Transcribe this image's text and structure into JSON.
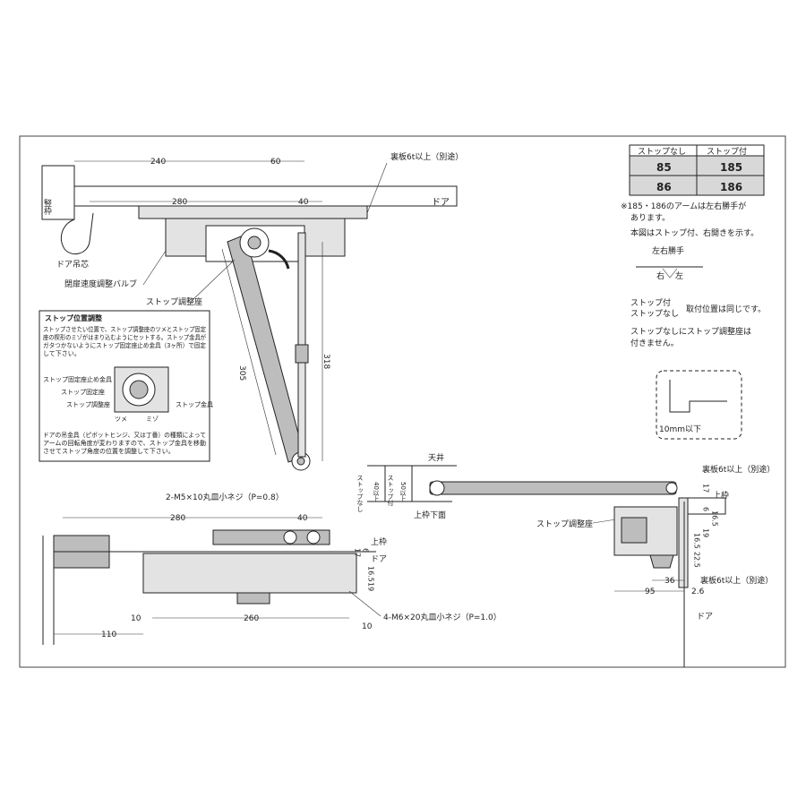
{
  "top_view": {
    "dims": {
      "d240": "240",
      "d60": "60",
      "d280": "280",
      "d40": "40",
      "d318": "318",
      "d305": "305"
    },
    "labels": {
      "frame_jamb": "竪枠",
      "door": "ドア",
      "back_plate": "裏板6t以上（別途）",
      "door_pivot": "ドア吊芯",
      "valve": "閉扉速度調整バルブ",
      "stop_seat": "ストップ調整座"
    }
  },
  "stop_box": {
    "title": "ストップ位置調整",
    "body": [
      "ストップさせたい位置で、ストップ調整座のツメとストップ固定",
      "座の楔形のミゾがはまり込むようにセットする。ストップ金具が",
      "ガタつかないようにストップ固定座止め金具（3ヶ所）で固定",
      "して下さい。"
    ],
    "parts": {
      "fix_screw": "ストップ固定座止め金具",
      "fix_seat": "ストップ固定座",
      "adj_seat": "ストップ調整座",
      "bracket": "ストップ金具",
      "claw": "ツメ",
      "groove": "ミゾ"
    },
    "note": [
      "ドアの吊金具（ピボットヒンジ、又は丁番）の種類によって",
      "アームの回転角度が変わりますので、ストップ金具を移動",
      "させてストップ角度の位置を調整して下さい。"
    ]
  },
  "spec_table": {
    "headers": [
      "ストップなし",
      "ストップ付"
    ],
    "rows": [
      [
        "85",
        "185"
      ],
      [
        "86",
        "186"
      ]
    ]
  },
  "notes": {
    "n1": "※185・186のアームは左右勝手が",
    "n1b": "あります。",
    "n2": "本図はストップ付、右開きを示す。",
    "hand_title": "左右勝手",
    "right": "右",
    "left": "左",
    "stop_with": "ストップ付",
    "stop_without": "ストップなし",
    "same_pos": "取付位置は同じです。",
    "n3": "ストップなしにストップ調整座は",
    "n3b": "付きません。"
  },
  "detail": {
    "label": "10mm以下"
  },
  "front_view": {
    "dims": {
      "d280": "280",
      "d40": "40",
      "d17": "17",
      "d6": "6",
      "d16_5": "16.5",
      "d19": "19",
      "d260": "260",
      "d10a": "10",
      "d10b": "10",
      "d110": "110"
    },
    "labels": {
      "screw_top": "2-M5×10丸皿小ネジ（P=0.8）",
      "screw_bottom": "4-M6×20丸皿小ネジ（P=1.0）",
      "upper_frame": "上枠",
      "door": "ドア"
    }
  },
  "side_view": {
    "dims": {
      "d17": "17",
      "d6": "6",
      "d16_5a": "16.5",
      "d19": "19",
      "d16_5b": "16.5",
      "d22_5": "22.5",
      "d36": "36",
      "d95": "95",
      "d2_6": "2.6"
    },
    "labels": {
      "ceiling": "天井",
      "no_stop": "ストップなし",
      "no_stop_v": "40以上",
      "with_stop": "ストップ付",
      "with_stop_v": "50以上",
      "lintel": "上枠下面",
      "stop_seat": "ストップ調整座",
      "back_plate_top": "裏板6t以上（別途）",
      "upper_frame": "上枠",
      "back_plate_bottom": "裏板6t以上（別途）",
      "door": "ドア"
    }
  }
}
